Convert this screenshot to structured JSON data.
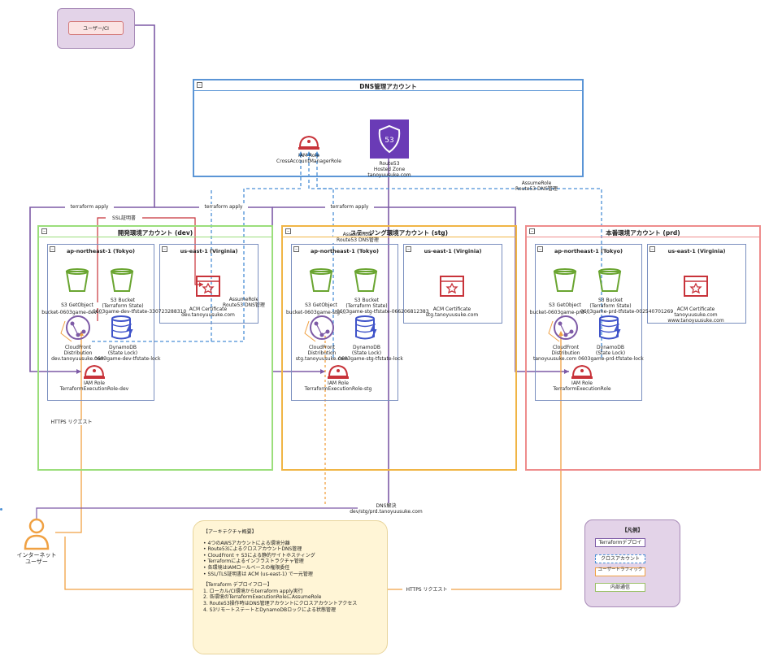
{
  "user_ci": "ユーザー/CI",
  "dns_account": {
    "title": "DNS管理アカウント",
    "cross_role_label": "CrossAccountManagerRole",
    "cross_role_label_overlap": "IAM Role",
    "route53_label1": "Route53",
    "route53_label2": "Hosted Zone",
    "route53_label3": "tanoyuusuke.com"
  },
  "edges": {
    "terraform_apply_1": "terraform apply",
    "terraform_apply_2": "terraform apply",
    "terraform_apply_3": "terraform apply",
    "ssl_cert": "SSL証明書",
    "assume_role_top1": "AssumeRole",
    "assume_role_top2": "Route53 DNS管理",
    "assume_role_dev1": "AssumeRole",
    "assume_role_dev2": "Route53 DNS管理",
    "assume_role_stg1": "AssumeRole",
    "assume_role_stg2": "Route53 DNS管理",
    "https_request_1": "HTTPS リクエスト",
    "https_request_2": "HTTPS リクエスト",
    "dns_resolve1": "DNS解決",
    "dns_resolve2": "dev/stg/prd.tanoyuusuke.com"
  },
  "accounts": [
    {
      "title": "開発環境アカウント (dev)",
      "tokyo_title": "ap-northeast-1 (Tokyo)",
      "virginia_title": "us-east-1 (Virginia)",
      "s3_getobject": "S3 GetObject",
      "s3_bucket_label": "bucket-0603game-dev-...",
      "s3_tf_1": "S3 Bucket",
      "s3_tf_2": "(Terraform State)",
      "s3_tf_3": "0603game-dev-tfstate-330723288310",
      "cloudfront_1": "CloudFront",
      "cloudfront_2": "Distribution",
      "cloudfront_3": "dev.tanoyuusuke.com",
      "dynamodb_1": "DynamoDB",
      "dynamodb_2": "(State Lock)",
      "dynamodb_3": "0603game-dev-tfstate-lock",
      "acm_1": "ACM Certificate",
      "acm_2": "dev.tanoyuusuke.com",
      "acm_3": "",
      "iam_1": "IAM Role",
      "iam_2": "TerraformExecutionRole-dev"
    },
    {
      "title": "ステージング環境アカウント (stg)",
      "tokyo_title": "ap-northeast-1 (Tokyo)",
      "virginia_title": "us-east-1 (Virginia)",
      "s3_getobject": "S3 GetObject",
      "s3_bucket_label": "bucket-0603game-stg-...",
      "s3_tf_1": "S3 Bucket",
      "s3_tf_2": "(Terraform State)",
      "s3_tf_3": "0603game-stg-tfstate-066206812383",
      "cloudfront_1": "CloudFront",
      "cloudfront_2": "Distribution",
      "cloudfront_3": "stg.tanoyuusuke.com",
      "dynamodb_1": "DynamoDB",
      "dynamodb_2": "(State Lock)",
      "dynamodb_3": "0603game-stg-tfstate-lock",
      "acm_1": "ACM Certificate",
      "acm_2": "stg.tanoyuusuke.com",
      "acm_3": "",
      "iam_1": "IAM Role",
      "iam_2": "TerraformExecutionRole-stg"
    },
    {
      "title": "本番環境アカウント (prd)",
      "tokyo_title": "ap-northeast-1 (Tokyo)",
      "virginia_title": "us-east-1 (Virginia)",
      "s3_getobject": "S3 GetObject",
      "s3_bucket_label": "bucket-0603game-prd-...",
      "s3_tf_1": "S3 Bucket",
      "s3_tf_2": "(Terraform State)",
      "s3_tf_3": "0603game-prd-tfstate-002540701269",
      "cloudfront_1": "CloudFront",
      "cloudfront_2": "Distribution",
      "cloudfront_3": "tanoyuusuke.com 0603game-prd-tfstate-lock",
      "dynamodb_1": "DynamoDB",
      "dynamodb_2": "(State Lock)",
      "dynamodb_3": "",
      "acm_1": "ACM Certificate",
      "acm_2": "tanoyuusuke.com",
      "acm_3": "www.tanoyuusuke.com",
      "iam_1": "IAM Role",
      "iam_2": "TerraformExecutionRole"
    }
  ],
  "internet_user": {
    "line1": "インターネット",
    "line2": "ユーザー"
  },
  "summary": {
    "heading": "【アーキテクチャ概要】",
    "bullets": [
      "• 4つのAWSアカウントによる環境分離",
      "• Route53によるクロスアカウントDNS管理",
      "• CloudFront + S3による静的サイトホスティング",
      "• Terraformによるインフラストラクチャ管理",
      "• 各環境はIAMロールベースの権限委任",
      "• SSL/TLS証明書は ACM (us-east-1) で一元管理"
    ],
    "flow_heading": "【Terraform デプロイフロー】",
    "flow": [
      "1. ローカル/CI環境からterraform apply実行",
      "2. 各環境のTerraformExecutionRoleにAssumeRole",
      "3. Route53操作時はDNS管理アカウントにクロスアカウントアクセス",
      "4. S3リモートステートとDynamoDBロックによる状態管理"
    ]
  },
  "legend": {
    "title": "【凡例】",
    "items": [
      "Terraformデプロイ",
      "クロスアカウント",
      "ユーザートラフィック",
      "内部通信"
    ]
  },
  "colors": {
    "terraform": "#7d5aa6",
    "cross_account": "#4a8fd6",
    "user_traffic": "#f0a143",
    "internal": "#9bc168",
    "ssl": "#c8333a",
    "dev_border": "#9bde7b",
    "stg_border": "#f0b545",
    "prd_border": "#ee8c8c",
    "dns_border": "#5b95d6",
    "s3": "#6aa531",
    "dynamo": "#3f53c9",
    "acm": "#c8333a",
    "route53": "#6a3bb6"
  }
}
